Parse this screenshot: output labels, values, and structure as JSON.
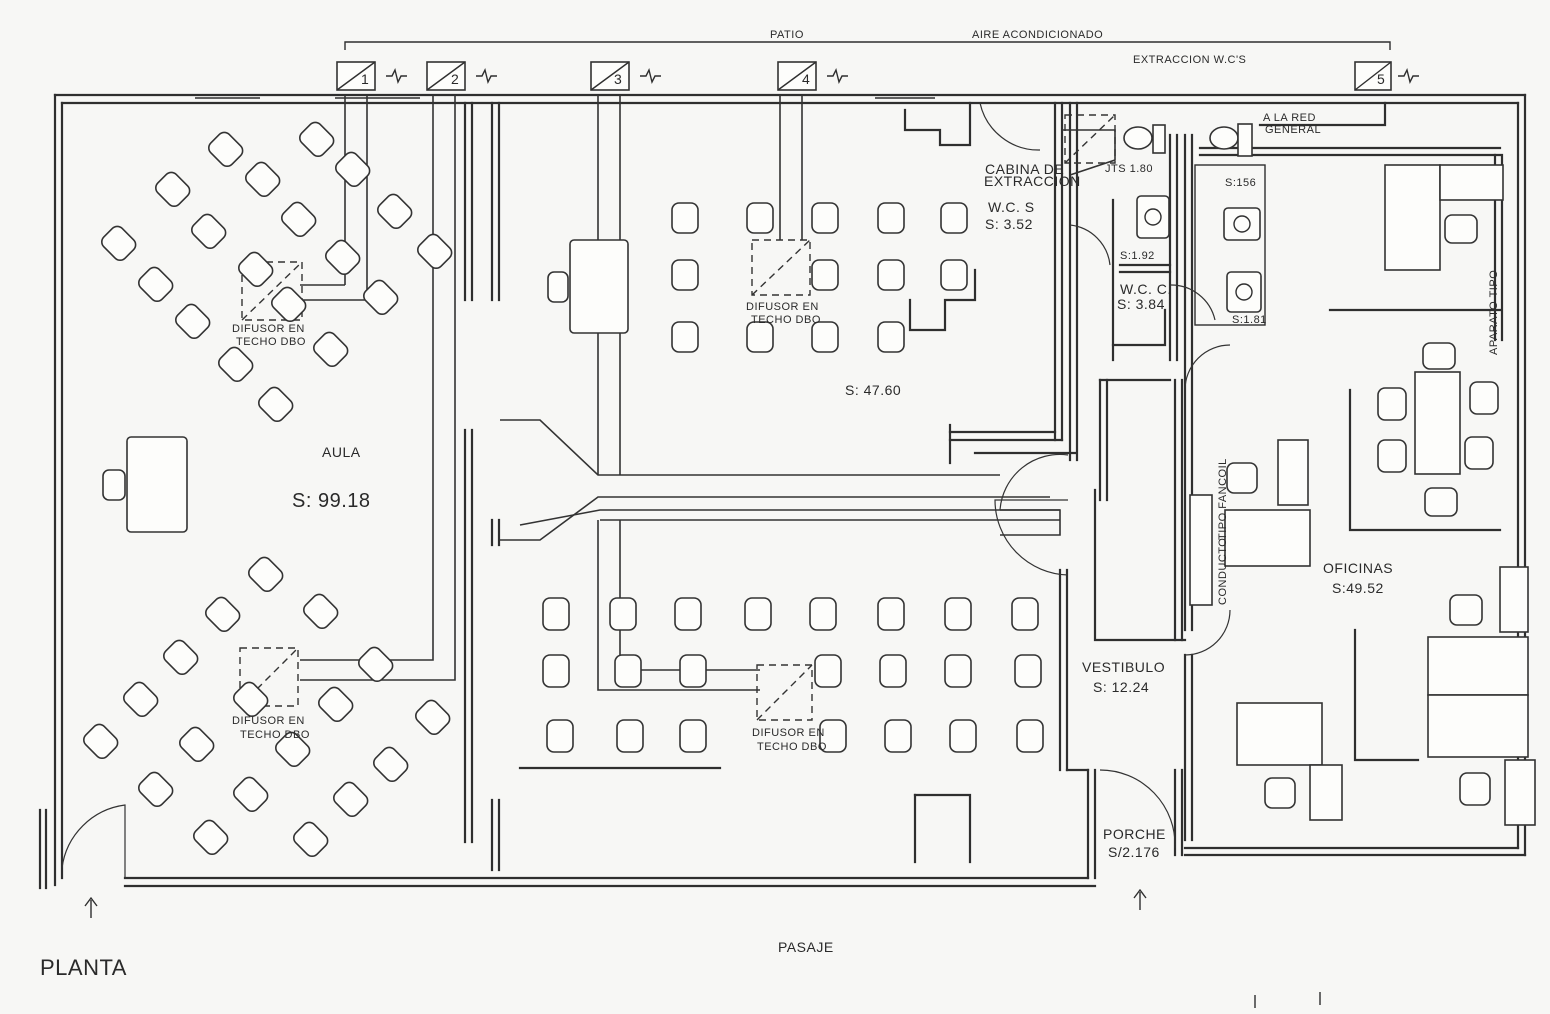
{
  "labels": {
    "patio": "PATIO",
    "aire": "AIRE ACONDICIONADO",
    "extraccion_wcs": "EXTRACCION W.C'S",
    "red_general_1": "A LA RED",
    "red_general_2": "GENERAL",
    "cabina_1": "CABINA DE",
    "cabina_2": "EXTRACCION",
    "jts": "JTS 1.80",
    "s156": "S:156",
    "s192": "S:1.92",
    "s181": "S:1.81",
    "wcs_name": "W.C. S",
    "wcs_area": "S: 3.52",
    "wcc_name": "W.C. C.",
    "wcc_area": "S: 3.84",
    "aula_name": "AULA",
    "aula_area": "S: 99.18",
    "room2_area": "S: 47.60",
    "oficinas_name": "OFICINAS",
    "oficinas_area": "S:49.52",
    "vestibulo_name": "VESTIBULO",
    "vestibulo_area": "S: 12.24",
    "porche_name": "PORCHE",
    "porche_area": "S/2.176",
    "pasaje": "PASAJE",
    "planta": "PLANTA",
    "difusor_1": "DIFUSOR EN",
    "difusor_2": "TECHO DBO",
    "tipo_fancoil": "TIPO FANCOIL",
    "conducto": "CONDUCTO",
    "aparato": "APARATO TIPO"
  },
  "units": [
    "1",
    "2",
    "3",
    "4",
    "5"
  ]
}
